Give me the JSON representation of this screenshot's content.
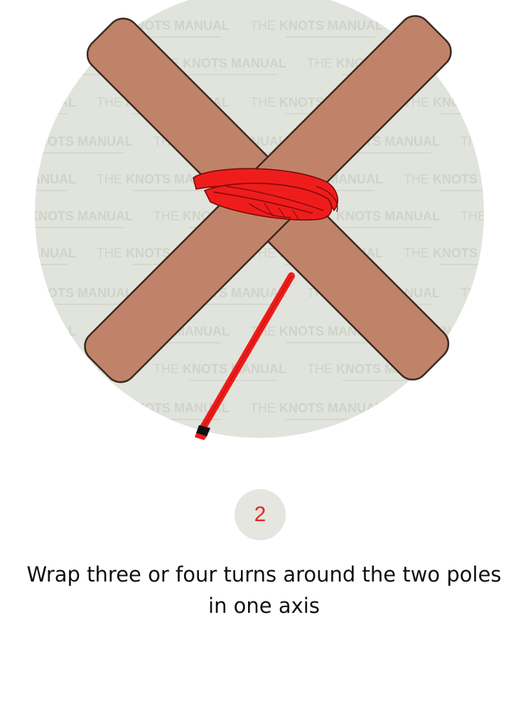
{
  "watermark": {
    "brand_light": "THE",
    "brand_bold": "KNOTS MANUAL"
  },
  "step": {
    "number": "2"
  },
  "caption": {
    "line1": "Wrap three or four turns around the two poles",
    "line2": "in one axis"
  },
  "colors": {
    "backdrop_circle": "#e1e4dc",
    "watermark": "#cfd3ca",
    "pole_fill": "#c0836a",
    "pole_stroke": "#3a2a22",
    "rope": "#ef1c1c",
    "rope_shadow": "#b80f0f",
    "rope_tip": "#111111",
    "badge_fill": "#e4e6df",
    "badge_text": "#e8231f",
    "caption_text": "#111111"
  },
  "icons": {
    "illustration": "square-lashing-step-2",
    "rope_end": "whipped-rope-end"
  }
}
